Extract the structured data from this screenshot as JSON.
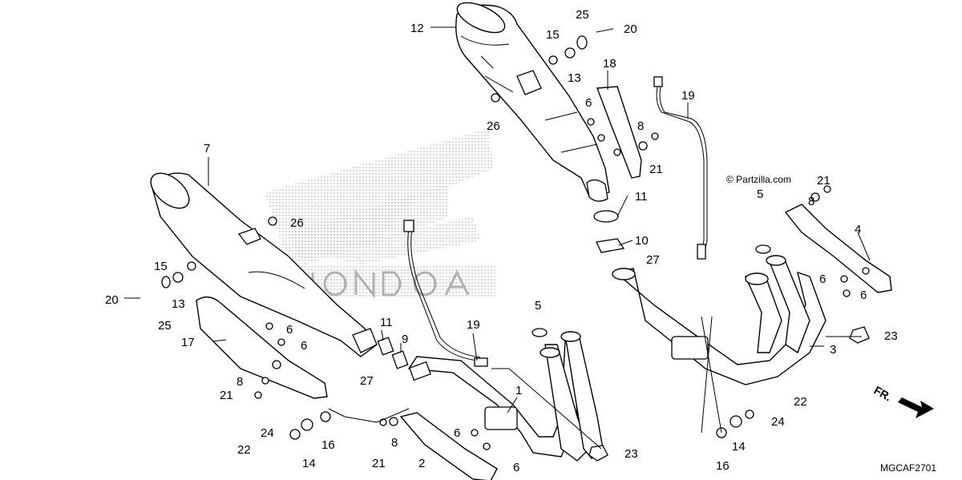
{
  "watermark": "© Partzilla.com",
  "diagram_code": "MGCAF2701",
  "direction_label": "FR.",
  "callouts": [
    "12",
    "15",
    "25",
    "20",
    "13",
    "18",
    "6",
    "8",
    "21",
    "19",
    "26",
    "7",
    "26",
    "11",
    "10",
    "27",
    "15",
    "20",
    "13",
    "25",
    "17",
    "6",
    "6",
    "11",
    "9",
    "19",
    "27",
    "8",
    "21",
    "24",
    "22",
    "14",
    "16",
    "6",
    "1",
    "23",
    "2",
    "6",
    "21",
    "8",
    "5",
    "5",
    "3",
    "4",
    "6",
    "6",
    "21",
    "8",
    "23",
    "22",
    "24",
    "14",
    "16"
  ]
}
